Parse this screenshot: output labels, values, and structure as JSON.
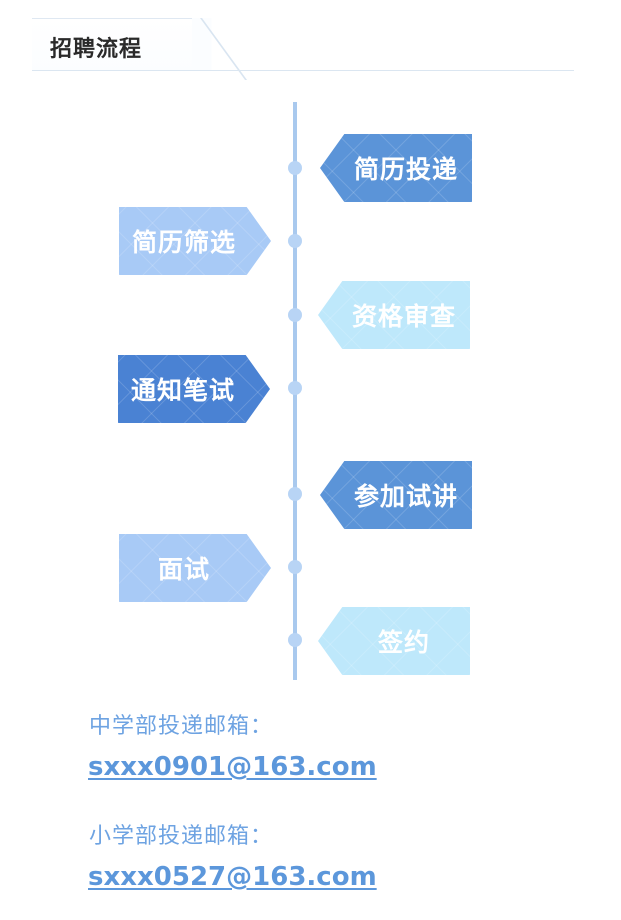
{
  "header": {
    "title": "招聘流程"
  },
  "steps": [
    {
      "label": "简历投递",
      "color": "#5b94d8"
    },
    {
      "label": "简历筛选",
      "color": "#a8caf6"
    },
    {
      "label": "资格审查",
      "color": "#bee8fb"
    },
    {
      "label": "通知笔试",
      "color": "#4a82d3"
    },
    {
      "label": "参加试讲",
      "color": "#5b94d8"
    },
    {
      "label": "面试",
      "color": "#a8caf6"
    },
    {
      "label": "签约",
      "color": "#bee8fb"
    }
  ],
  "contacts": [
    {
      "label": "中学部投递邮箱：",
      "email": "sxxx0901@163.com"
    },
    {
      "label": "小学部投递邮箱：",
      "email": "sxxx0527@163.com"
    }
  ]
}
